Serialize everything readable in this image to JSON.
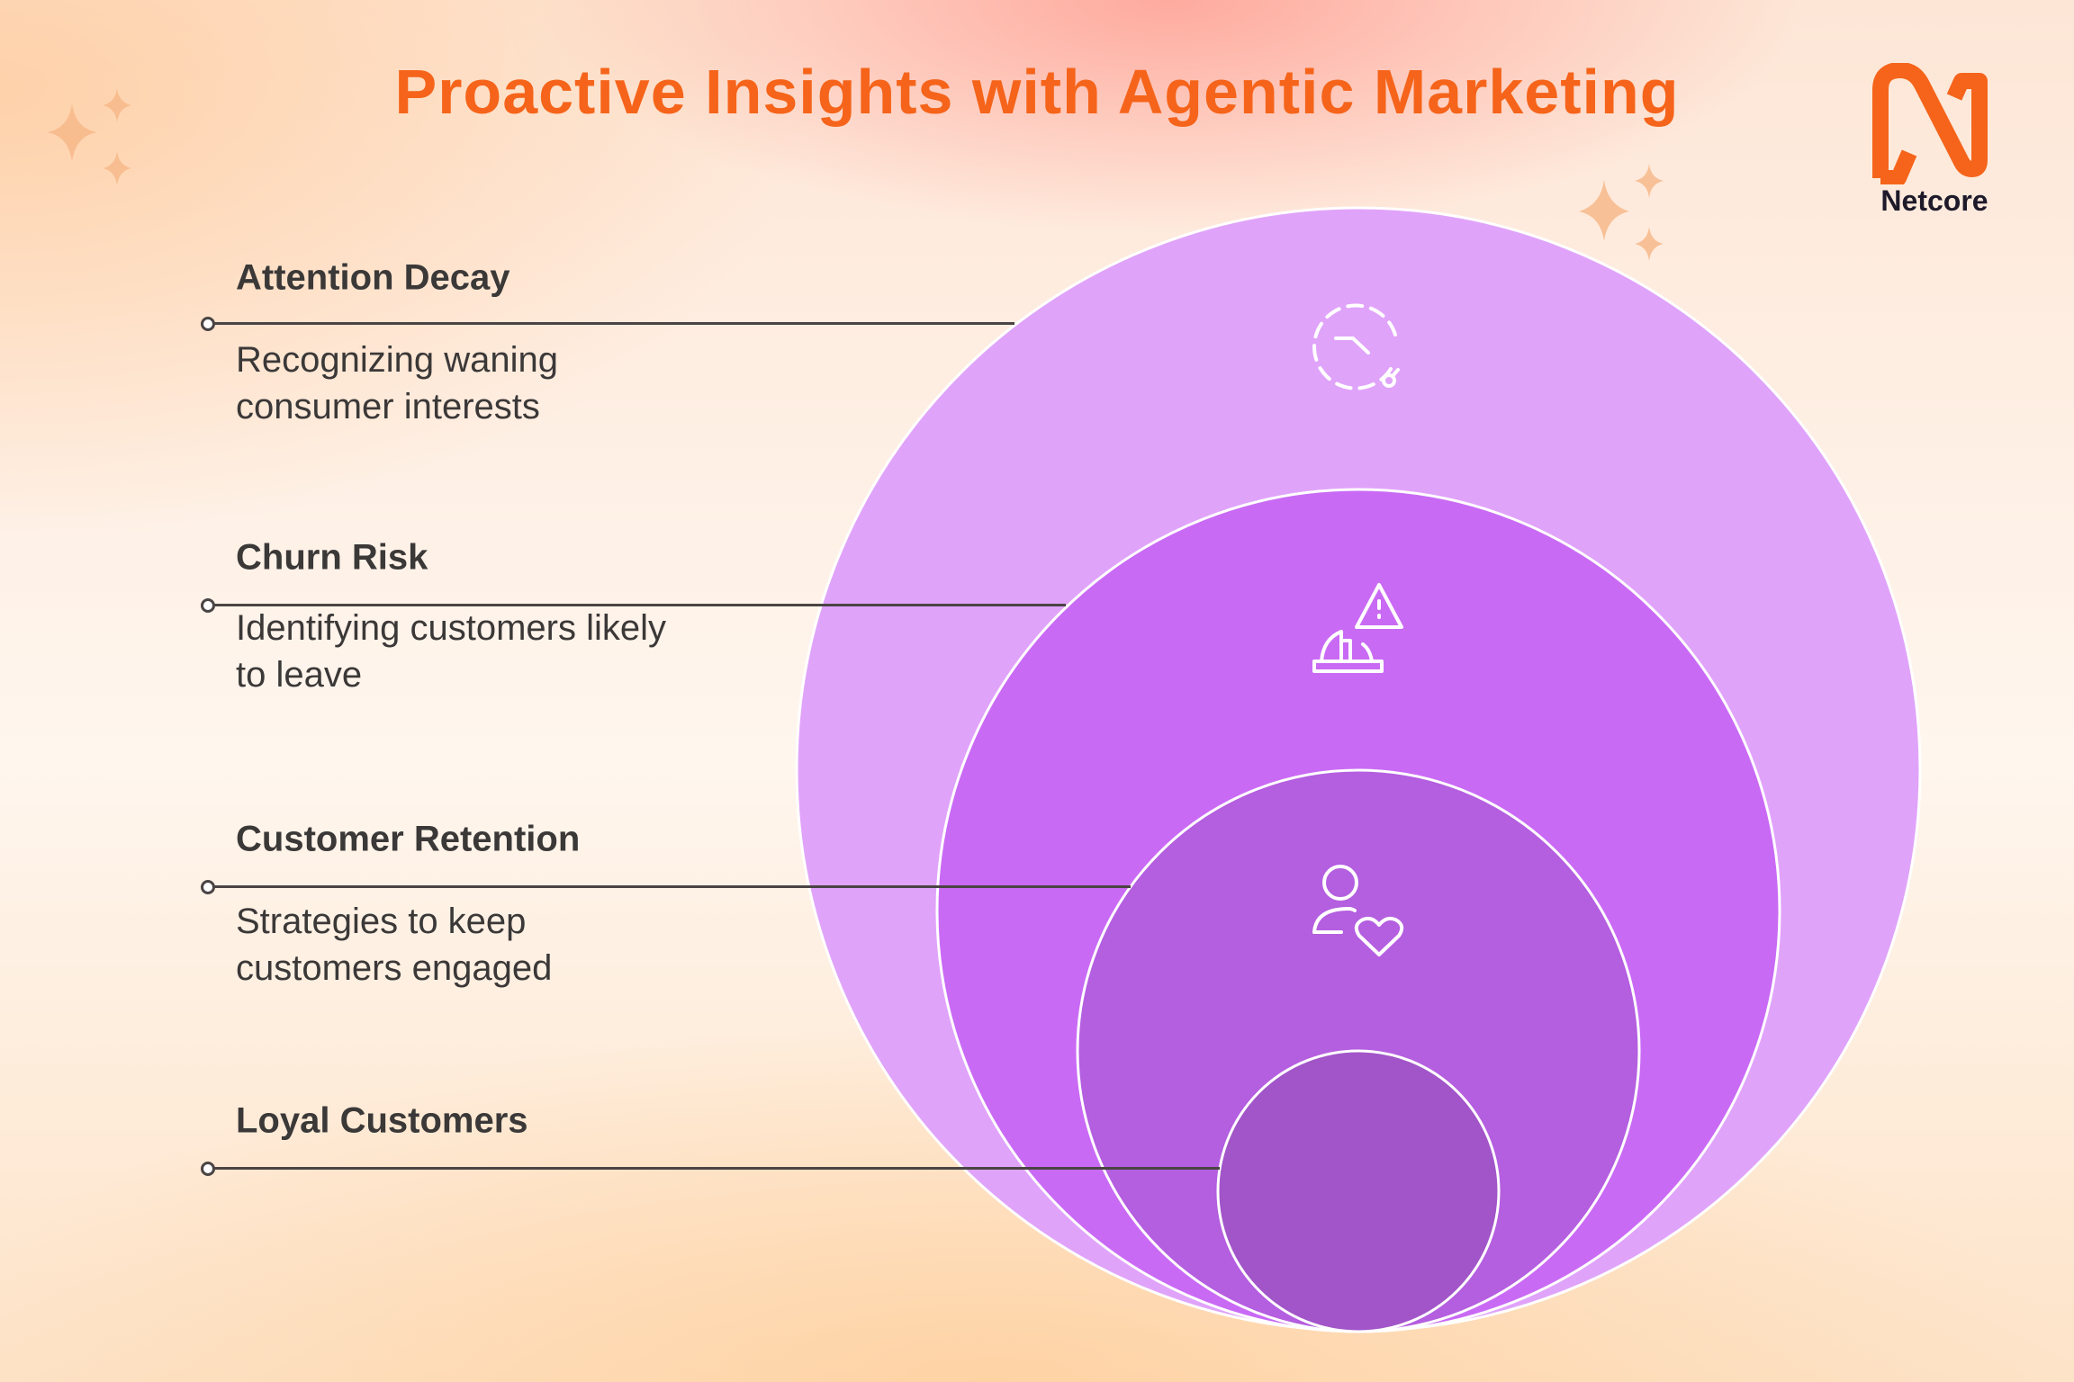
{
  "title": "Proactive Insights with Agentic Marketing",
  "brand": {
    "name": "Netcore",
    "color": "#f5641a"
  },
  "layers": [
    {
      "heading": "Attention Decay",
      "description_lines": [
        "Recognizing waning",
        "consumer interests"
      ],
      "icon": "clock-decay-icon",
      "color": "#e0a3fa"
    },
    {
      "heading": "Churn Risk",
      "description_lines": [
        "Identifying customers likely",
        "to leave"
      ],
      "icon": "warning-sinking-ship-icon",
      "color": "#c96af5"
    },
    {
      "heading": "Customer Retention",
      "description_lines": [
        "Strategies to keep",
        "customers engaged"
      ],
      "icon": "user-heart-icon",
      "color": "#b45ee0"
    },
    {
      "heading": "Loyal Customers",
      "description_lines": [],
      "icon": "",
      "color": "#a155c8"
    }
  ]
}
